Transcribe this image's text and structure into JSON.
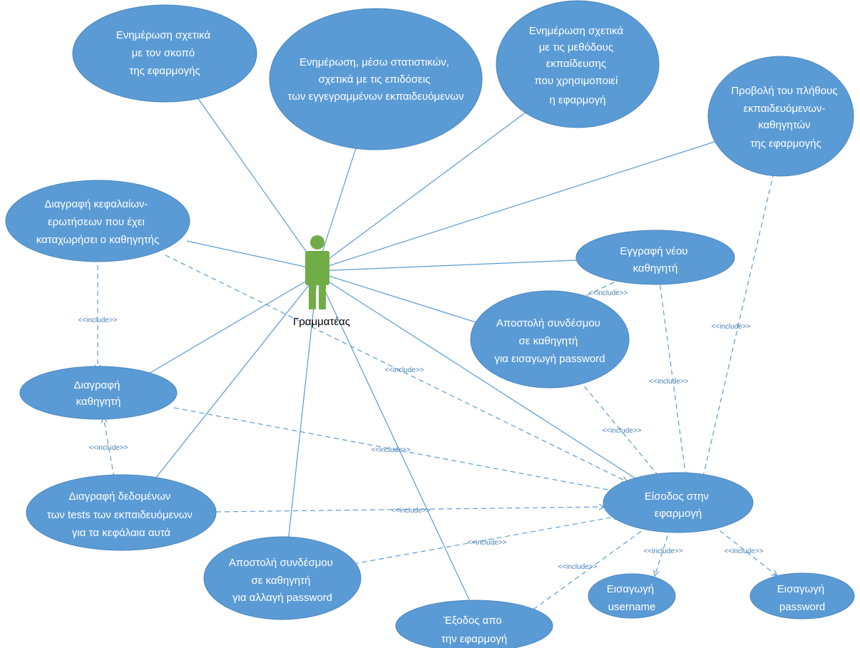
{
  "actor": {
    "name": "Γραμματέας",
    "color": "#70ad47"
  },
  "include_label": "<<include>>",
  "colors": {
    "usecase_fill": "#5b9bd5",
    "usecase_text": "#ffffff",
    "line": "#5b9bd5"
  },
  "use_cases": {
    "purpose": [
      "Ενημέρωση σχετικά",
      "με τον σκοπό",
      "της εφαρμογής"
    ],
    "statistics": [
      "Ενημέρωση, μέσω στατιστικών,",
      "σχετικά με τις επιδόσεις",
      "των εγγεγραμμένων εκπαιδευόμενων"
    ],
    "methods": [
      "Ενημέρωση σχετικά",
      "με τις μεθόδους",
      "εκπαίδευσης",
      "που χρησιμοποιεί",
      "η εφαρμογή"
    ],
    "count": [
      "Προβολή του πλήθους",
      "εκπαιδευόμενων-",
      "καθηγητών",
      "της εφαρμογής"
    ],
    "delete_chapters": [
      "Διαγραφή κεφαλαίων-",
      "ερωτήσεων που έχει",
      "καταχωρήσει ο καθηγητής"
    ],
    "register_teacher": [
      "Εγγραφή νέου",
      "καθηγητή"
    ],
    "send_link_insert": [
      "Αποστολή συνδέσμου",
      "σε καθηγητή",
      "για εισαγωγή password"
    ],
    "delete_teacher": [
      "Διαγραφή",
      "καθηγητή"
    ],
    "delete_data": [
      "Διαγραφή δεδομένων",
      "των tests των εκπαιδευόμενων",
      "για τα κεφάλαια αυτά"
    ],
    "send_link_change": [
      "Αποστολή συνδέσμου",
      "σε καθηγητή",
      "για αλλαγή password"
    ],
    "login": [
      "Είσοδος στην",
      "εφαρμογή"
    ],
    "logout": [
      "Έξοδος απο",
      "την εφαρμογή"
    ],
    "username": [
      "Εισαγωγή",
      "username"
    ],
    "password": [
      "Εισαγωγή",
      "password"
    ]
  }
}
